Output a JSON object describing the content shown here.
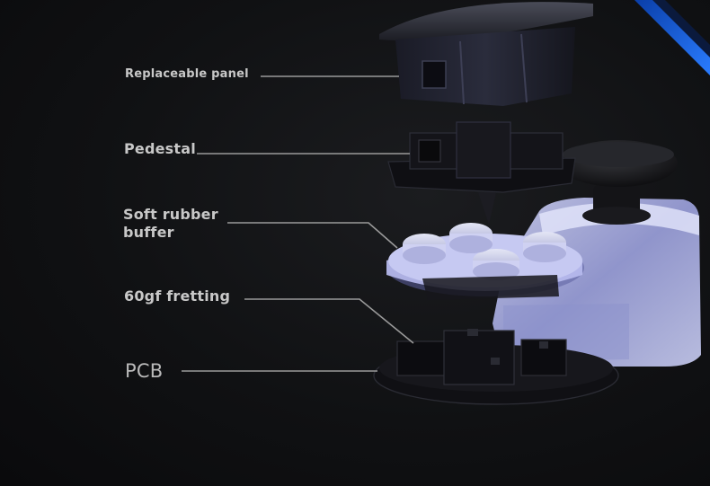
{
  "labels": {
    "replaceable_panel": "Replaceable panel",
    "pedestal": "Pedestal",
    "soft_rubber_buffer_line1": "Soft rubber",
    "soft_rubber_buffer_line2": "buffer",
    "fretting": "60gf fretting",
    "pcb": "PCB"
  },
  "colors": {
    "background": "#0d0e10",
    "label_text": "#c8c8c8",
    "leader_line": "#9a9a9a",
    "accent_blue": "#1f63e0",
    "translucent_housing": "#a9aee8"
  },
  "icons": {
    "exploded_view": "joystick-module-exploded-view"
  }
}
